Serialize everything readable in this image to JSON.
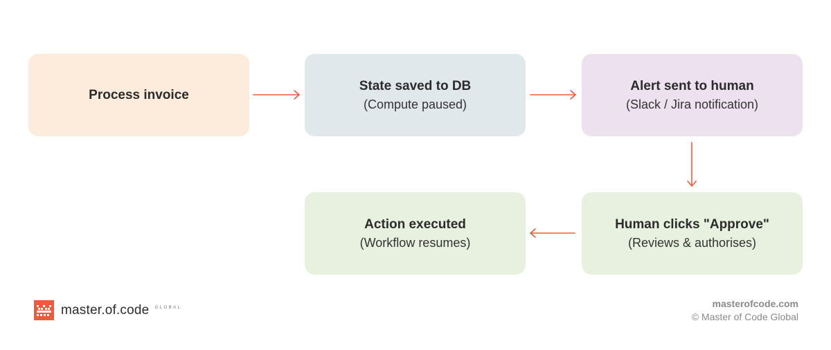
{
  "colors": {
    "box_peach": "#fdebdc",
    "box_blue": "#e1e8ec",
    "box_purple": "#ede1ef",
    "box_green": "#e8f1df",
    "arrow": "#f05a3c",
    "logo": "#f05a3c"
  },
  "steps": [
    {
      "title": "Process invoice",
      "sub": ""
    },
    {
      "title": "State saved to DB",
      "sub": "(Compute paused)"
    },
    {
      "title": "Alert sent to human",
      "sub": "(Slack / Jira notification)"
    },
    {
      "title": "Action executed",
      "sub": "(Workflow resumes)"
    },
    {
      "title": "Human clicks \"Approve\"",
      "sub": "(Reviews & authorises)"
    }
  ],
  "brand": {
    "name": "master.of.code",
    "global": "GLOBAL",
    "site": "masterofcode.com",
    "copyright": "© Master of Code Global"
  }
}
